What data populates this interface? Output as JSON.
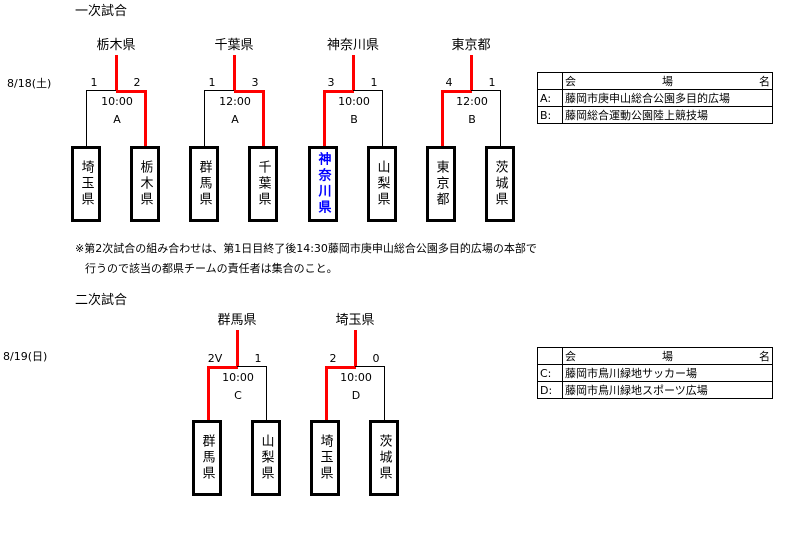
{
  "round1": {
    "title": "一次試合",
    "date": "8/18(土)",
    "matches": [
      {
        "winner": "栃木県",
        "left": {
          "team": "埼玉県",
          "score": "1"
        },
        "right": {
          "team": "栃木県",
          "score": "2"
        },
        "time": "10:00",
        "venue": "A",
        "win_side": "right"
      },
      {
        "winner": "千葉県",
        "left": {
          "team": "群馬県",
          "score": "1"
        },
        "right": {
          "team": "千葉県",
          "score": "3"
        },
        "time": "12:00",
        "venue": "A",
        "win_side": "right"
      },
      {
        "winner": "神奈川県",
        "left": {
          "team": "神奈川県",
          "score": "3"
        },
        "right": {
          "team": "山梨県",
          "score": "1"
        },
        "time": "10:00",
        "venue": "B",
        "win_side": "left",
        "highlight": "left"
      },
      {
        "winner": "東京都",
        "left": {
          "team": "東京都",
          "score": "4"
        },
        "right": {
          "team": "茨城県",
          "score": "1"
        },
        "time": "12:00",
        "venue": "B",
        "win_side": "left"
      }
    ],
    "venues": {
      "header": [
        "会",
        "場",
        "名"
      ],
      "rows": [
        {
          "key": "A:",
          "name": "藤岡市庚申山総合公園多目的広場"
        },
        {
          "key": "B:",
          "name": "藤岡総合運動公園陸上競技場"
        }
      ]
    }
  },
  "note": [
    "※第2次試合の組み合わせは、第1日目終了後14:30藤岡市庚申山総合公園多目的広場の本部で",
    "行うので該当の都県チームの責任者は集合のこと。"
  ],
  "round2": {
    "title": "二次試合",
    "date": "8/19(日)",
    "matches": [
      {
        "winner": "群馬県",
        "left": {
          "team": "群馬県",
          "score": "2V"
        },
        "right": {
          "team": "山梨県",
          "score": "1"
        },
        "time": "10:00",
        "venue": "C",
        "win_side": "left"
      },
      {
        "winner": "埼玉県",
        "left": {
          "team": "埼玉県",
          "score": "2"
        },
        "right": {
          "team": "茨城県",
          "score": "0"
        },
        "time": "10:00",
        "venue": "D",
        "win_side": "left"
      }
    ],
    "venues": {
      "header": [
        "会",
        "場",
        "名"
      ],
      "rows": [
        {
          "key": "C:",
          "name": "藤岡市鳥川緑地サッカー場"
        },
        {
          "key": "D:",
          "name": "藤岡市鳥川緑地スポーツ広場"
        }
      ]
    }
  }
}
